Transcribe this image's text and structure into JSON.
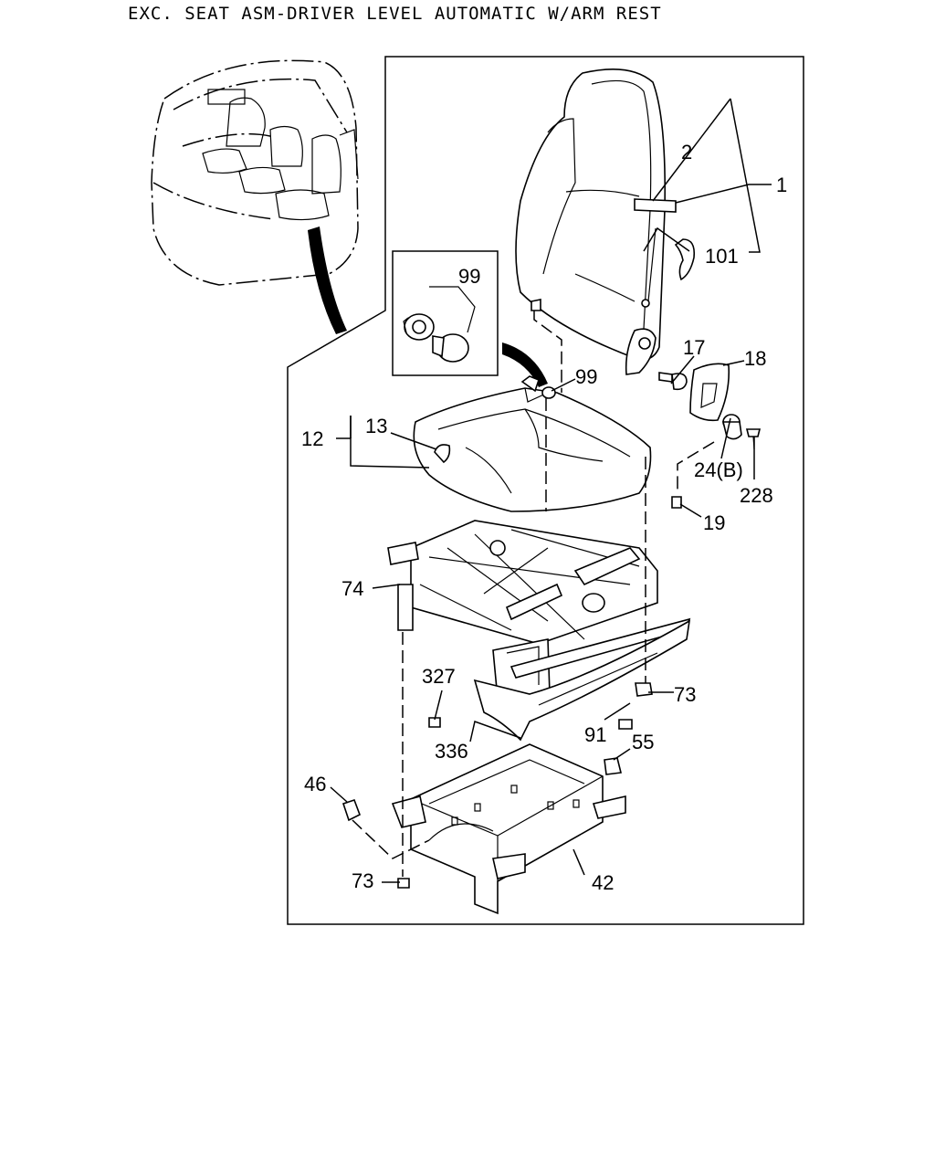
{
  "title": "EXC. SEAT ASM-DRIVER LEVEL AUTOMATIC W/ARM REST",
  "callouts": [
    "1",
    "2",
    "101",
    "17",
    "18",
    "99",
    "99",
    "12",
    "13",
    "24(B)",
    "228",
    "19",
    "74",
    "327",
    "73",
    "336",
    "91",
    "55",
    "46",
    "73",
    "42"
  ]
}
